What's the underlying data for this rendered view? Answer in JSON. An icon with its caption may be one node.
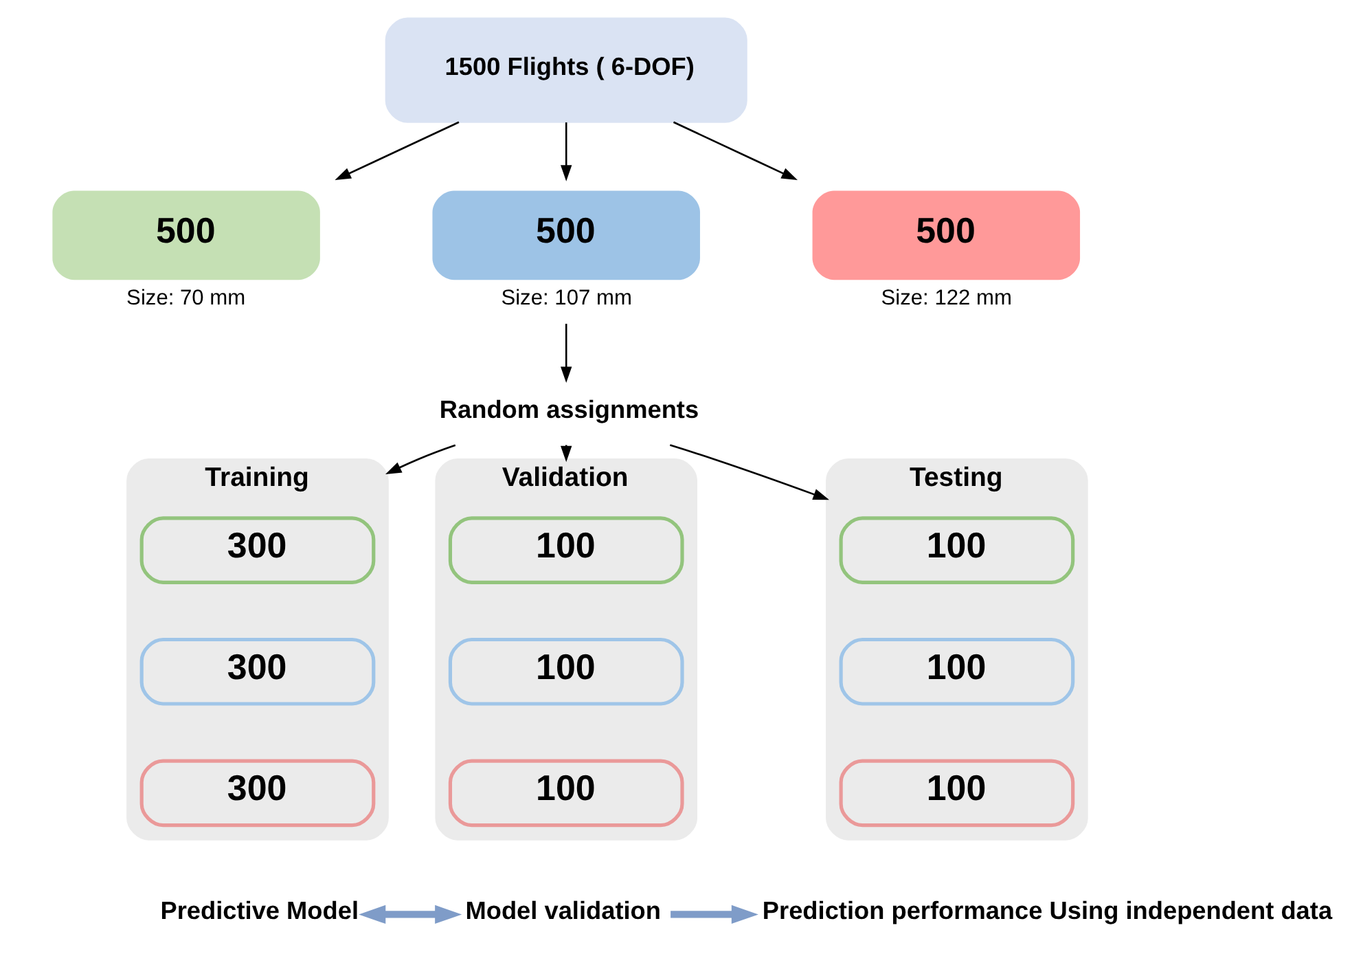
{
  "diagram": {
    "nodes": [
      {
        "text": [
          "1500 Flights ( 6-DOF)"
        ]
      },
      {
        "text": [
          "500"
        ],
        "beside": [
          "Size: 70 mm"
        ]
      },
      {
        "text": [
          "500"
        ],
        "beside": [
          "Size: 107 mm"
        ]
      },
      {
        "text": [
          "500"
        ],
        "beside": [
          "Size: 122 mm"
        ]
      },
      {
        "text": [
          "Random assignments"
        ]
      },
      {
        "text": [
          "Training"
        ]
      },
      {
        "text": [
          "300"
        ],
        "in": 5
      },
      {
        "text": [
          "300"
        ],
        "in": 5
      },
      {
        "text": [
          "300"
        ],
        "in": 5
      },
      {
        "text": [
          "Validation"
        ]
      },
      {
        "text": [
          "100"
        ],
        "in": 9
      },
      {
        "text": [
          "100"
        ],
        "in": 9
      },
      {
        "text": [
          "100"
        ],
        "in": 9
      },
      {
        "text": [
          "Testing"
        ]
      },
      {
        "text": [
          "100"
        ],
        "in": 13
      },
      {
        "text": [
          "100"
        ],
        "in": 13
      },
      {
        "text": [
          "100"
        ],
        "in": 13
      },
      {
        "text": [
          "Predictive Model"
        ]
      },
      {
        "text": [
          "Model validation"
        ]
      },
      {
        "text": [
          "Prediction performance Using independent data"
        ]
      }
    ],
    "edges": [
      {
        "from": 0,
        "to": 1,
        "arrow": "to"
      },
      {
        "from": 0,
        "to": 2,
        "arrow": "to"
      },
      {
        "from": 0,
        "to": 3,
        "arrow": "to"
      },
      {
        "from": 2,
        "to": 4,
        "arrow": "to"
      },
      {
        "from": 4,
        "to": 5,
        "arrow": "to"
      },
      {
        "from": 4,
        "to": 9,
        "arrow": "to"
      },
      {
        "from": 4,
        "to": 13,
        "arrow": "to"
      },
      {
        "from": 17,
        "to": 18,
        "arrow": "both",
        "style": "thick",
        "color": "#7f9cc8"
      },
      {
        "from": 18,
        "to": 19,
        "arrow": "to",
        "style": "thick",
        "color": "#7f9cc8"
      }
    ]
  }
}
